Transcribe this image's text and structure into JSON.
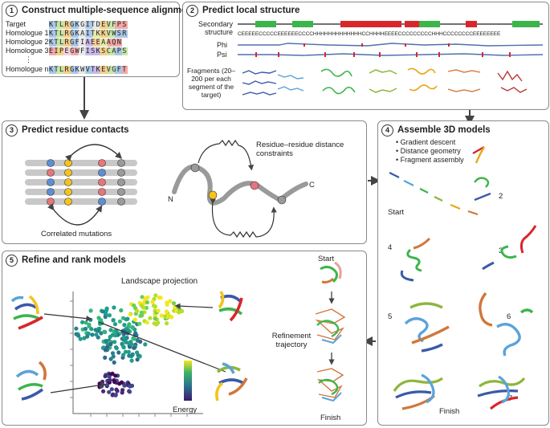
{
  "panels": {
    "p1": {
      "num": "1",
      "title": "Construct multiple-sequence alignment"
    },
    "p2": {
      "num": "2",
      "title": "Predict local structure"
    },
    "p3": {
      "num": "3",
      "title": "Predict residue contacts"
    },
    "p4": {
      "num": "4",
      "title": "Assemble 3D models"
    },
    "p5": {
      "num": "5",
      "title": "Refine and rank models"
    }
  },
  "alignment": {
    "rows": [
      {
        "name": "Target",
        "seq": "KTLRGKGITDEVFPS"
      },
      {
        "name": "Homologue 1",
        "seq": "KTLRGKAITKKVWSR"
      },
      {
        "name": "Homologue 2",
        "seq": "KTLRGFIAEEAAQN"
      },
      {
        "name": "Homologue 3",
        "seq": "EIPEGWFISKSCAPS"
      },
      {
        "name": "Homologue n",
        "seq": "KTLRGKWVTKEVGFT"
      }
    ],
    "dots": "⋮"
  },
  "local": {
    "secondary_label": "Secondary structure",
    "ss_string": "CEEEEECCCCCEEEEEECCCCHHHHHHHHHHHHHCCHHHHEEEECCCCCCCCCHHHCCCCCCCCEEEEEEEE",
    "phi_label": "Phi",
    "psi_label": "Psi",
    "fragments_label": "Fragments (20–200 per each segment of the target)"
  },
  "contacts": {
    "correlated_label": "Correlated mutations",
    "distance_label": "Residue–residue distance constraints",
    "n_label": "N",
    "c_label": "C"
  },
  "assemble": {
    "methods": [
      "Gradient descent",
      "Distance geometry",
      "Fragment assembly"
    ],
    "start_label": "Start",
    "finish_label": "Finish",
    "step_labels": [
      "2",
      "3",
      "4",
      "5",
      "6",
      "7"
    ]
  },
  "refine": {
    "landscape_label": "Landscape projection",
    "energy_label": "Energy",
    "start_label": "Start",
    "trajectory_label": "Refinement trajectory",
    "finish_label": "Finish"
  },
  "colors": {
    "helix": "#d8262b",
    "strand": "#3cb54a",
    "coil": "#333333",
    "contact_yellow": "#f5c31a",
    "contact_blue": "#5b8fd6",
    "contact_red": "#e8747c",
    "contact_grey": "#9a9a9a"
  }
}
